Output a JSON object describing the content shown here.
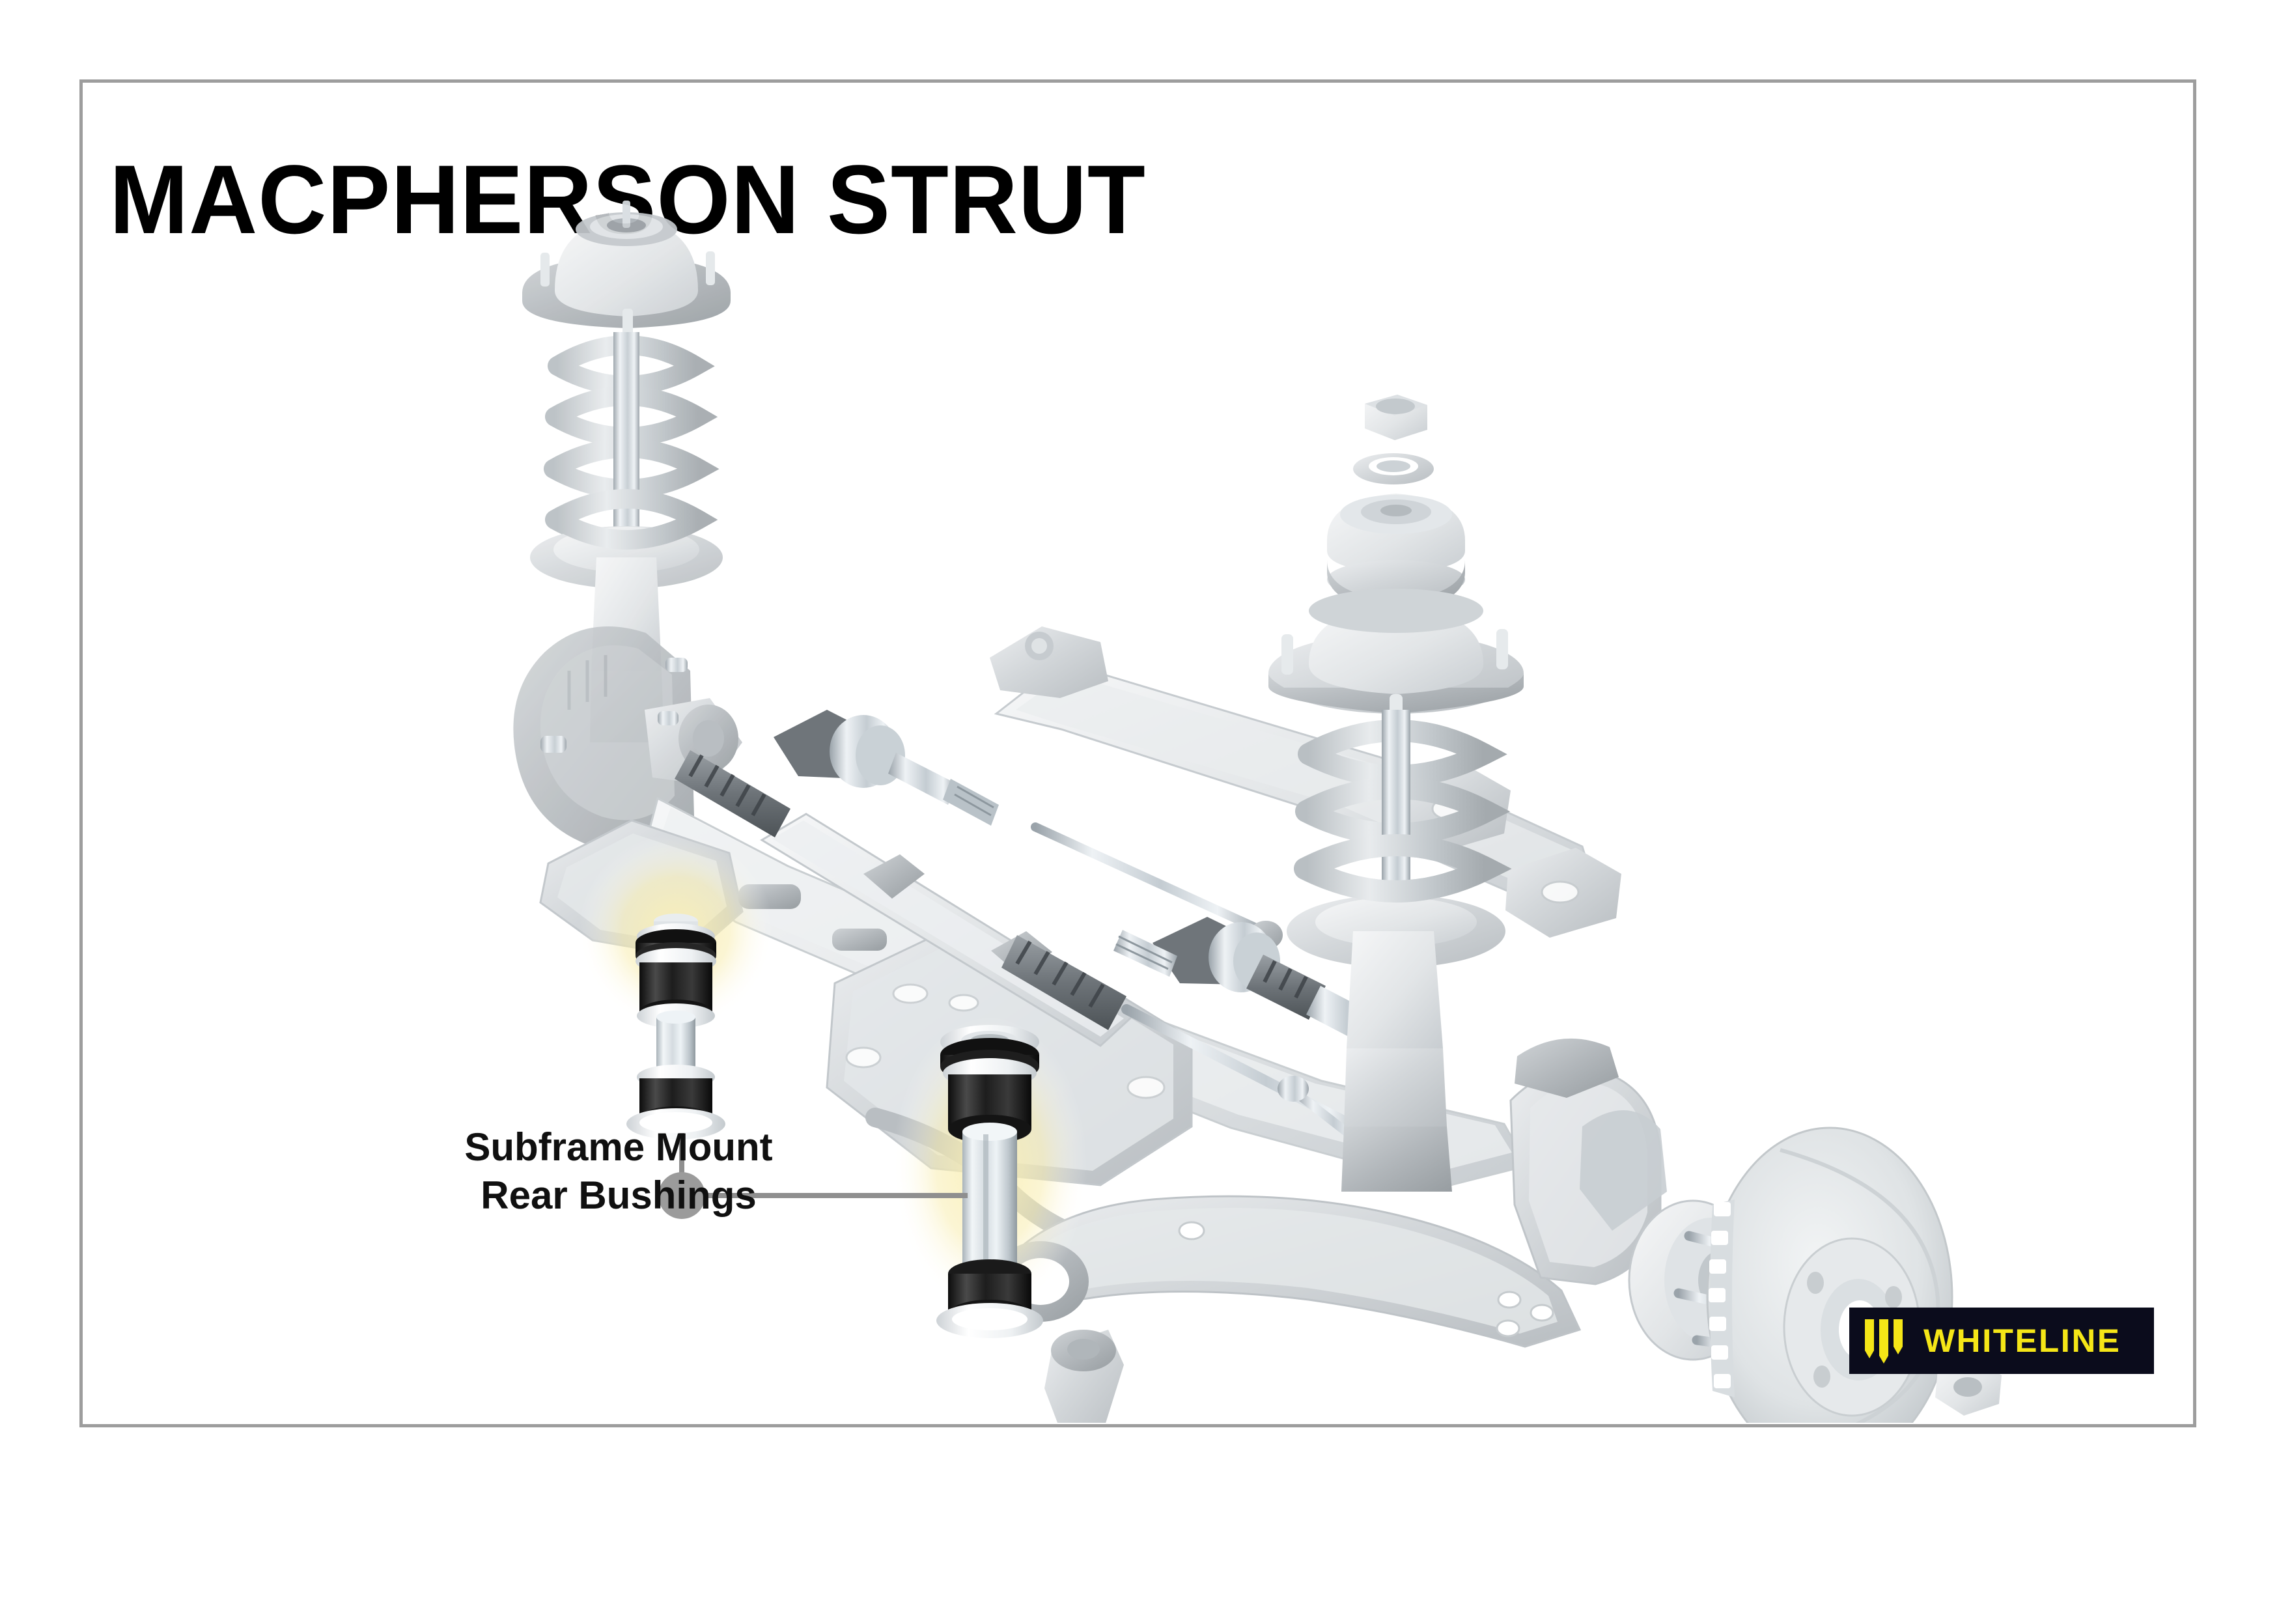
{
  "document": {
    "title": "MACPHERSON STRUT",
    "background_color": "#ffffff",
    "border_color": "#9d9d9d"
  },
  "callout": {
    "line_1": "Subframe Mount",
    "line_2": "Rear Bushings",
    "leader_dot_color": "#9b9b9b",
    "leader_line_color": "#8f8f8f"
  },
  "brand": {
    "name": "WHITELINE",
    "mark_name": "whiteline-three-bar-mark",
    "box_color": "#0b0c1c",
    "accent_color": "#f5e617"
  },
  "diagram": {
    "type": "exploded-assembly-illustration",
    "subject": "MacPherson strut front suspension subframe",
    "ghosted_color": "#cfd2d4",
    "highlight_glow_color": "#f7edb6",
    "bushing_rubber_color": "#1b1b1b",
    "bushing_washer_color": "#f2f4f6",
    "sleeve_metal_color": "#ccd4da",
    "parts": [
      {
        "name": "strut-assembly-left",
        "highlighted": false
      },
      {
        "name": "coil-spring-left",
        "highlighted": false
      },
      {
        "name": "strut-top-mount-left",
        "highlighted": false
      },
      {
        "name": "strut-assembly-right",
        "highlighted": false
      },
      {
        "name": "coil-spring-right",
        "highlighted": false
      },
      {
        "name": "strut-top-mount-right",
        "highlighted": false
      },
      {
        "name": "top-mount-nut",
        "highlighted": false
      },
      {
        "name": "top-mount-washer",
        "highlighted": false
      },
      {
        "name": "front-subframe-crossmember",
        "highlighted": false
      },
      {
        "name": "steering-rack",
        "highlighted": false
      },
      {
        "name": "steering-rack-boot",
        "highlighted": false
      },
      {
        "name": "tie-rod",
        "highlighted": false
      },
      {
        "name": "driveshaft-cv-joint-left",
        "highlighted": false
      },
      {
        "name": "driveshaft-cv-joint-right",
        "highlighted": false
      },
      {
        "name": "sway-bar",
        "highlighted": false
      },
      {
        "name": "sway-bar-end-link",
        "highlighted": false
      },
      {
        "name": "lower-control-arm",
        "highlighted": false
      },
      {
        "name": "control-arm-bush",
        "highlighted": false
      },
      {
        "name": "steering-knuckle",
        "highlighted": false
      },
      {
        "name": "wheel-hub",
        "highlighted": false
      },
      {
        "name": "brake-rotor",
        "highlighted": false
      },
      {
        "name": "castellated-hub-nut",
        "highlighted": false
      },
      {
        "name": "brake-dust-shield",
        "highlighted": false
      },
      {
        "name": "subframe-mount-rear-bushing-upper",
        "highlighted": true
      },
      {
        "name": "subframe-mount-rear-bushing-lower",
        "highlighted": true
      }
    ]
  }
}
